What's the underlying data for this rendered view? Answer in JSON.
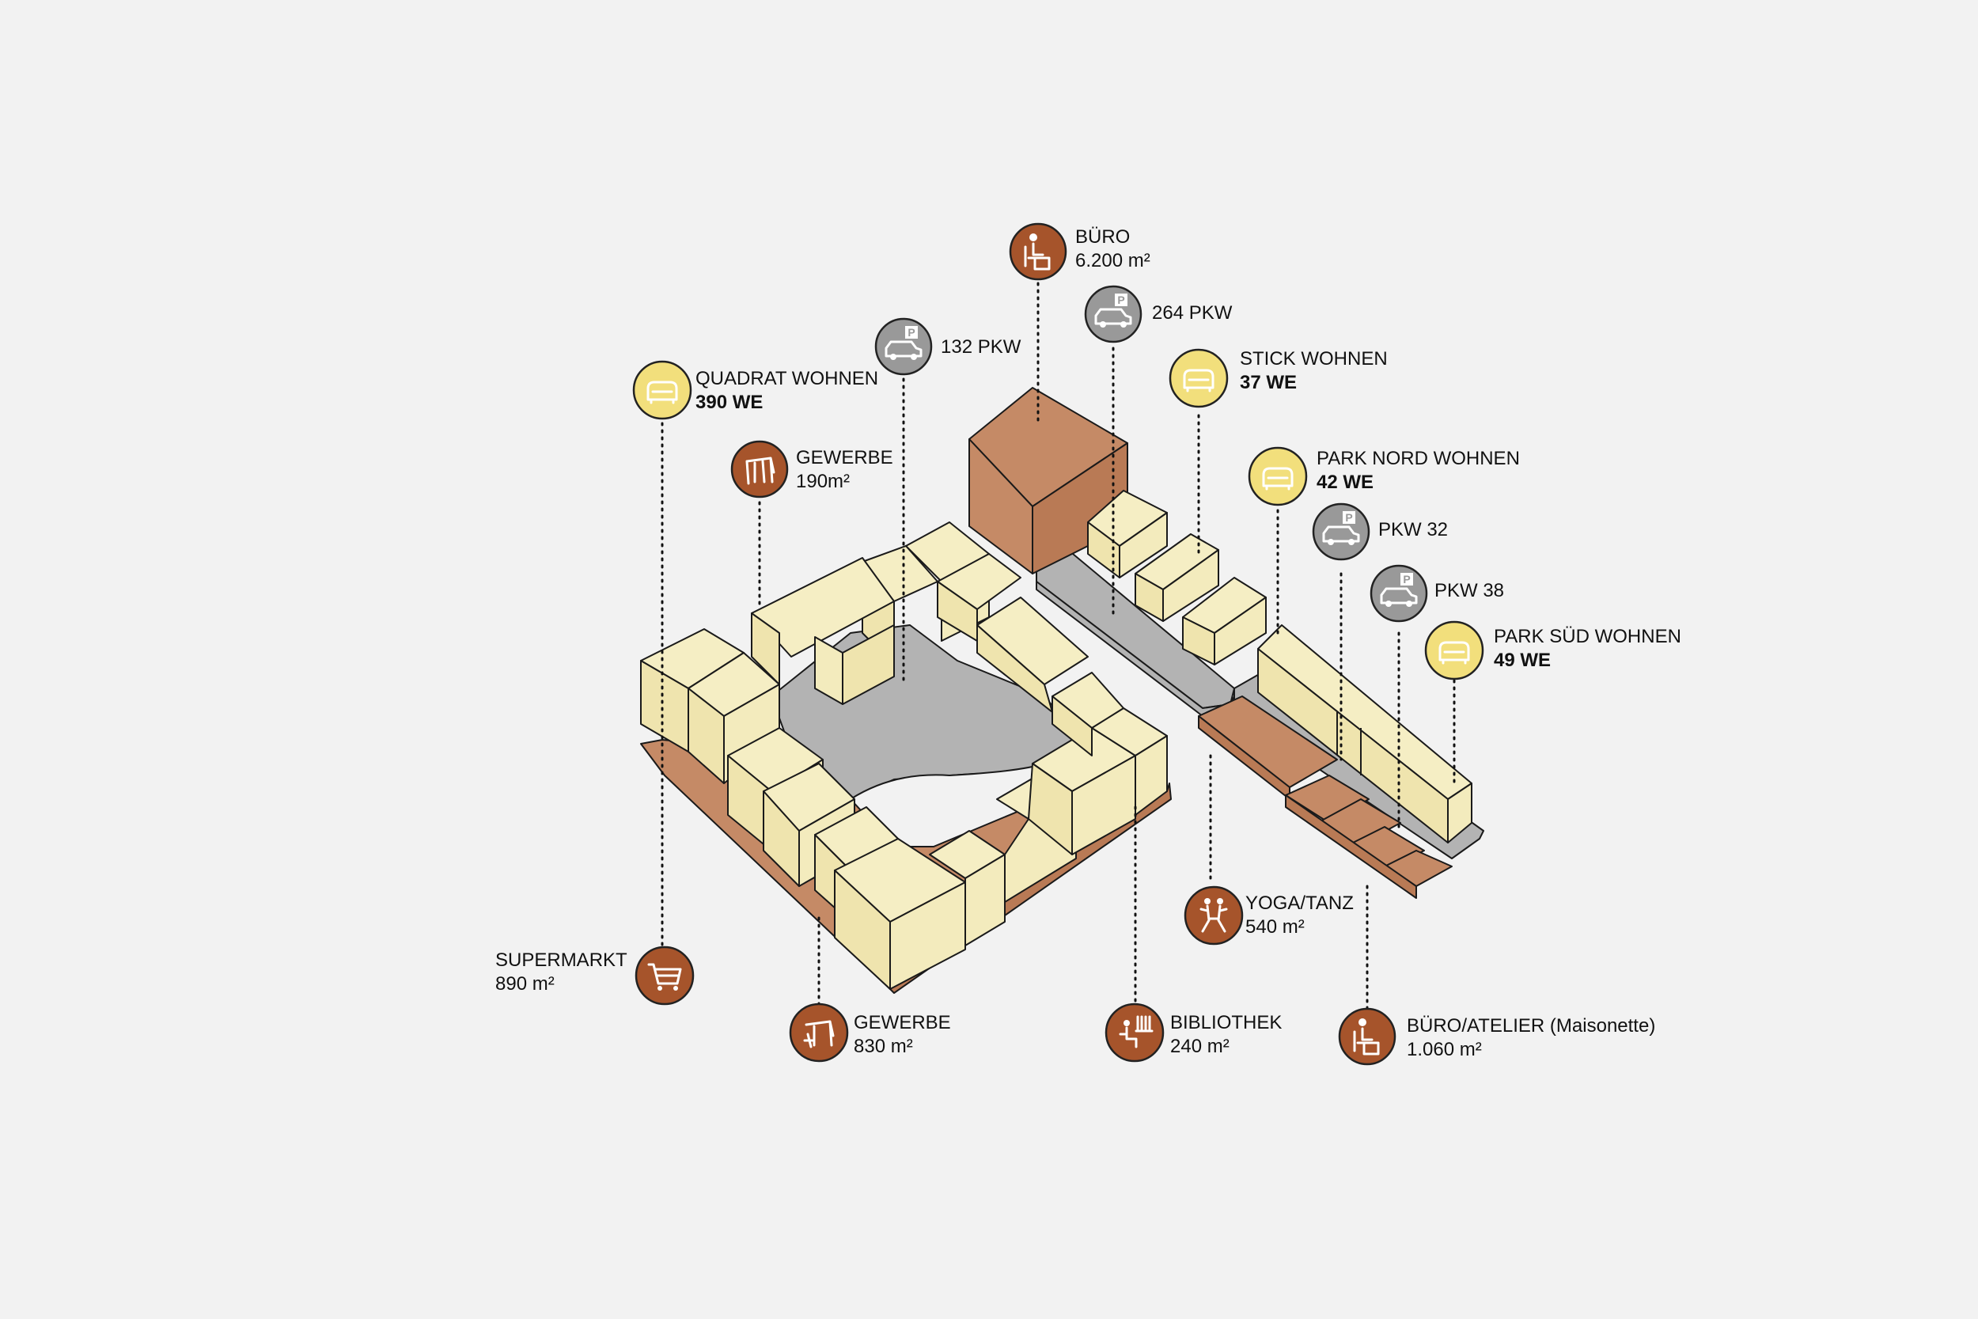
{
  "colors": {
    "background": "#f2f2f2",
    "wohnen": "#f5eec4",
    "wohnen_dark": "#e9dfa6",
    "gewerbe": "#c58a66",
    "gewerbe_icon": "#a6542b",
    "parking": "#b3b3b3",
    "parking_icon": "#999999",
    "yellow_icon": "#f2df7c"
  },
  "labels": {
    "buero": {
      "line1": "BÜRO",
      "line2": "6.200 m²",
      "icon": "office-icon"
    },
    "pkw264": {
      "line1": "264 PKW",
      "icon": "parking-car-icon"
    },
    "pkw132": {
      "line1": "132 PKW",
      "icon": "parking-car-icon"
    },
    "stick": {
      "line1": "STICK WOHNEN",
      "line2": "37 WE",
      "icon": "armchair-icon"
    },
    "quadrat": {
      "line1": "QUADRAT WOHNEN",
      "line2": "390 WE",
      "icon": "armchair-icon"
    },
    "gewerbe190": {
      "line1": "GEWERBE",
      "line2": "190m²",
      "icon": "shop-awning-icon"
    },
    "parknord": {
      "line1": "PARK NORD WOHNEN",
      "line2": "42 WE",
      "icon": "armchair-icon"
    },
    "pkw32": {
      "line1": "PKW 32",
      "icon": "parking-car-icon"
    },
    "pkw38": {
      "line1": "PKW 38",
      "icon": "parking-car-icon"
    },
    "parksued": {
      "line1": "PARK SÜD WOHNEN",
      "line2": "49 WE",
      "icon": "armchair-icon"
    },
    "yoga": {
      "line1": "YOGA/TANZ",
      "line2": "540 m²",
      "icon": "dance-icon"
    },
    "supermarkt": {
      "line1": "SUPERMARKT",
      "line2": "890 m²",
      "icon": "shopping-cart-icon"
    },
    "gewerbe830": {
      "line1": "GEWERBE",
      "line2": "830 m²",
      "icon": "hairdresser-icon"
    },
    "bibliothek": {
      "line1": "BIBLIOTHEK",
      "line2": "240 m²",
      "icon": "library-reader-icon"
    },
    "atelier": {
      "line1": "BÜRO/ATELIER (Maisonette)",
      "line2": "1.060 m²",
      "icon": "office-icon"
    }
  }
}
